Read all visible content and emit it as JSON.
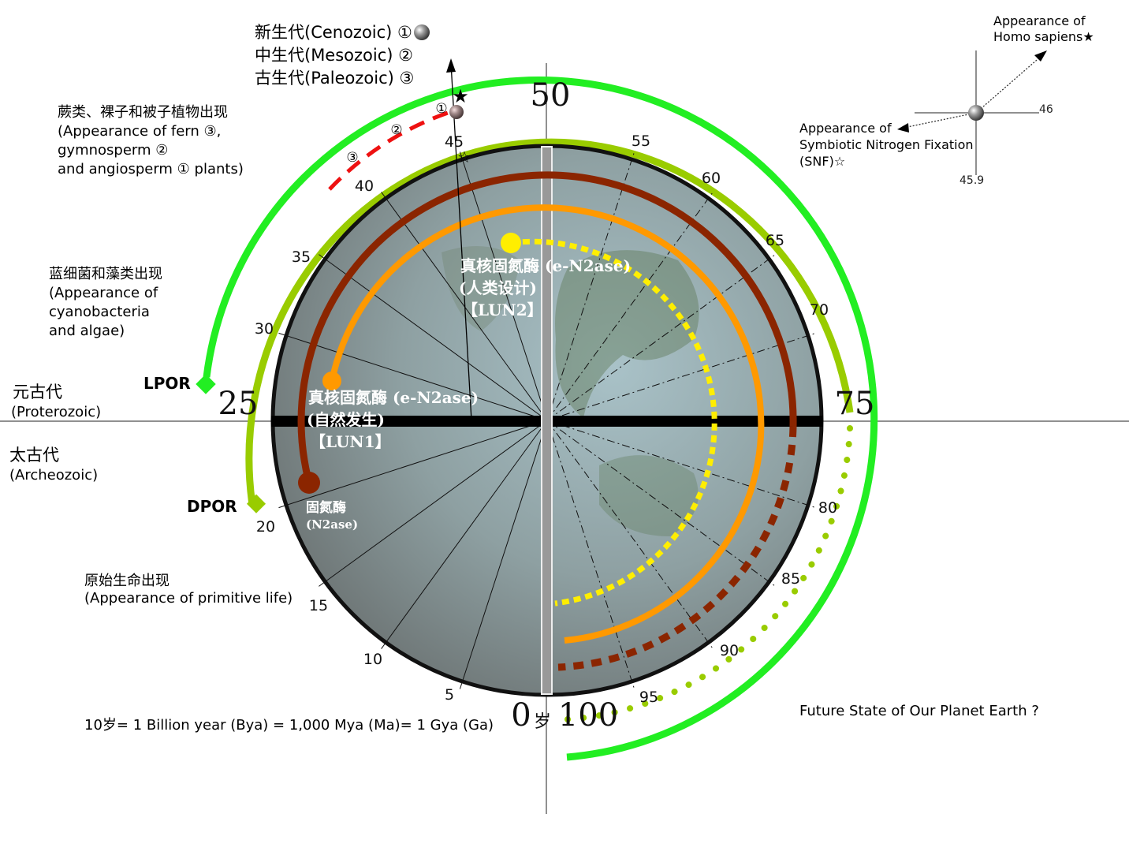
{
  "scale": {
    "ticks": [
      "5",
      "10",
      "15",
      "20",
      "30",
      "35",
      "40",
      "45",
      "55",
      "60",
      "65",
      "70",
      "80",
      "85",
      "90",
      "95"
    ],
    "big": {
      "n0": "0",
      "sui": "岁",
      "n25": "25",
      "n50": "50",
      "n75": "75",
      "n100": "100"
    }
  },
  "eras": {
    "cenozoic": "新生代(Cenozoic) ①",
    "mesozoic": "中生代(Mesozoic) ②",
    "paleozoic": "古生代(Paleozoic) ③",
    "proterozoic_cn": "元古代",
    "proterozoic_en": "(Proterozoic)",
    "archeozoic_cn": "太古代",
    "archeozoic_en": "(Archeozoic)"
  },
  "events": {
    "plants": [
      "蕨类、裸子和被子植物出现",
      "(Appearance of fern ③,",
      "gymnosperm ②",
      "and angiosperm ① plants)"
    ],
    "cyano": [
      "蓝细菌和藻类出现",
      "(Appearance of",
      "cyanobacteria",
      "and algae)"
    ],
    "primitive": [
      "原始生命出现",
      "(Appearance of primitive life)"
    ],
    "markers": [
      "①",
      "②",
      "③"
    ]
  },
  "markers": {
    "lpor": "LPOR",
    "dpor": "DPOR"
  },
  "inset": {
    "homo": [
      "Appearance of",
      "Homo sapiens★"
    ],
    "snf": [
      "Appearance of",
      "Symbiotic Nitrogen Fixation",
      "(SNF)☆"
    ],
    "v46": "46",
    "v459": "45.9"
  },
  "enzymes": {
    "lun2": [
      "真核固氮酶 (e-N2ase)",
      "(人类设计)",
      "【LUN2】"
    ],
    "lun1": [
      "真核固氮酶 (e-N2ase)",
      "(自然发生)",
      "【LUN1】"
    ],
    "n2ase": [
      "固氮酶",
      "(N2ase)"
    ]
  },
  "footer": {
    "scale_note": "10岁= 1 Billion year (Bya) = 1,000 Mya (Ma)= 1 Gya (Ga)",
    "future": "Future State of Our Planet Earth ?"
  },
  "colors": {
    "outer_arc": "#22ee22",
    "mid_arc": "#99cc00",
    "red_arc": "#8b2500",
    "orange_arc": "#ff9900",
    "yellow_arc": "#ffee00",
    "plant_dash": "#ee1111"
  }
}
